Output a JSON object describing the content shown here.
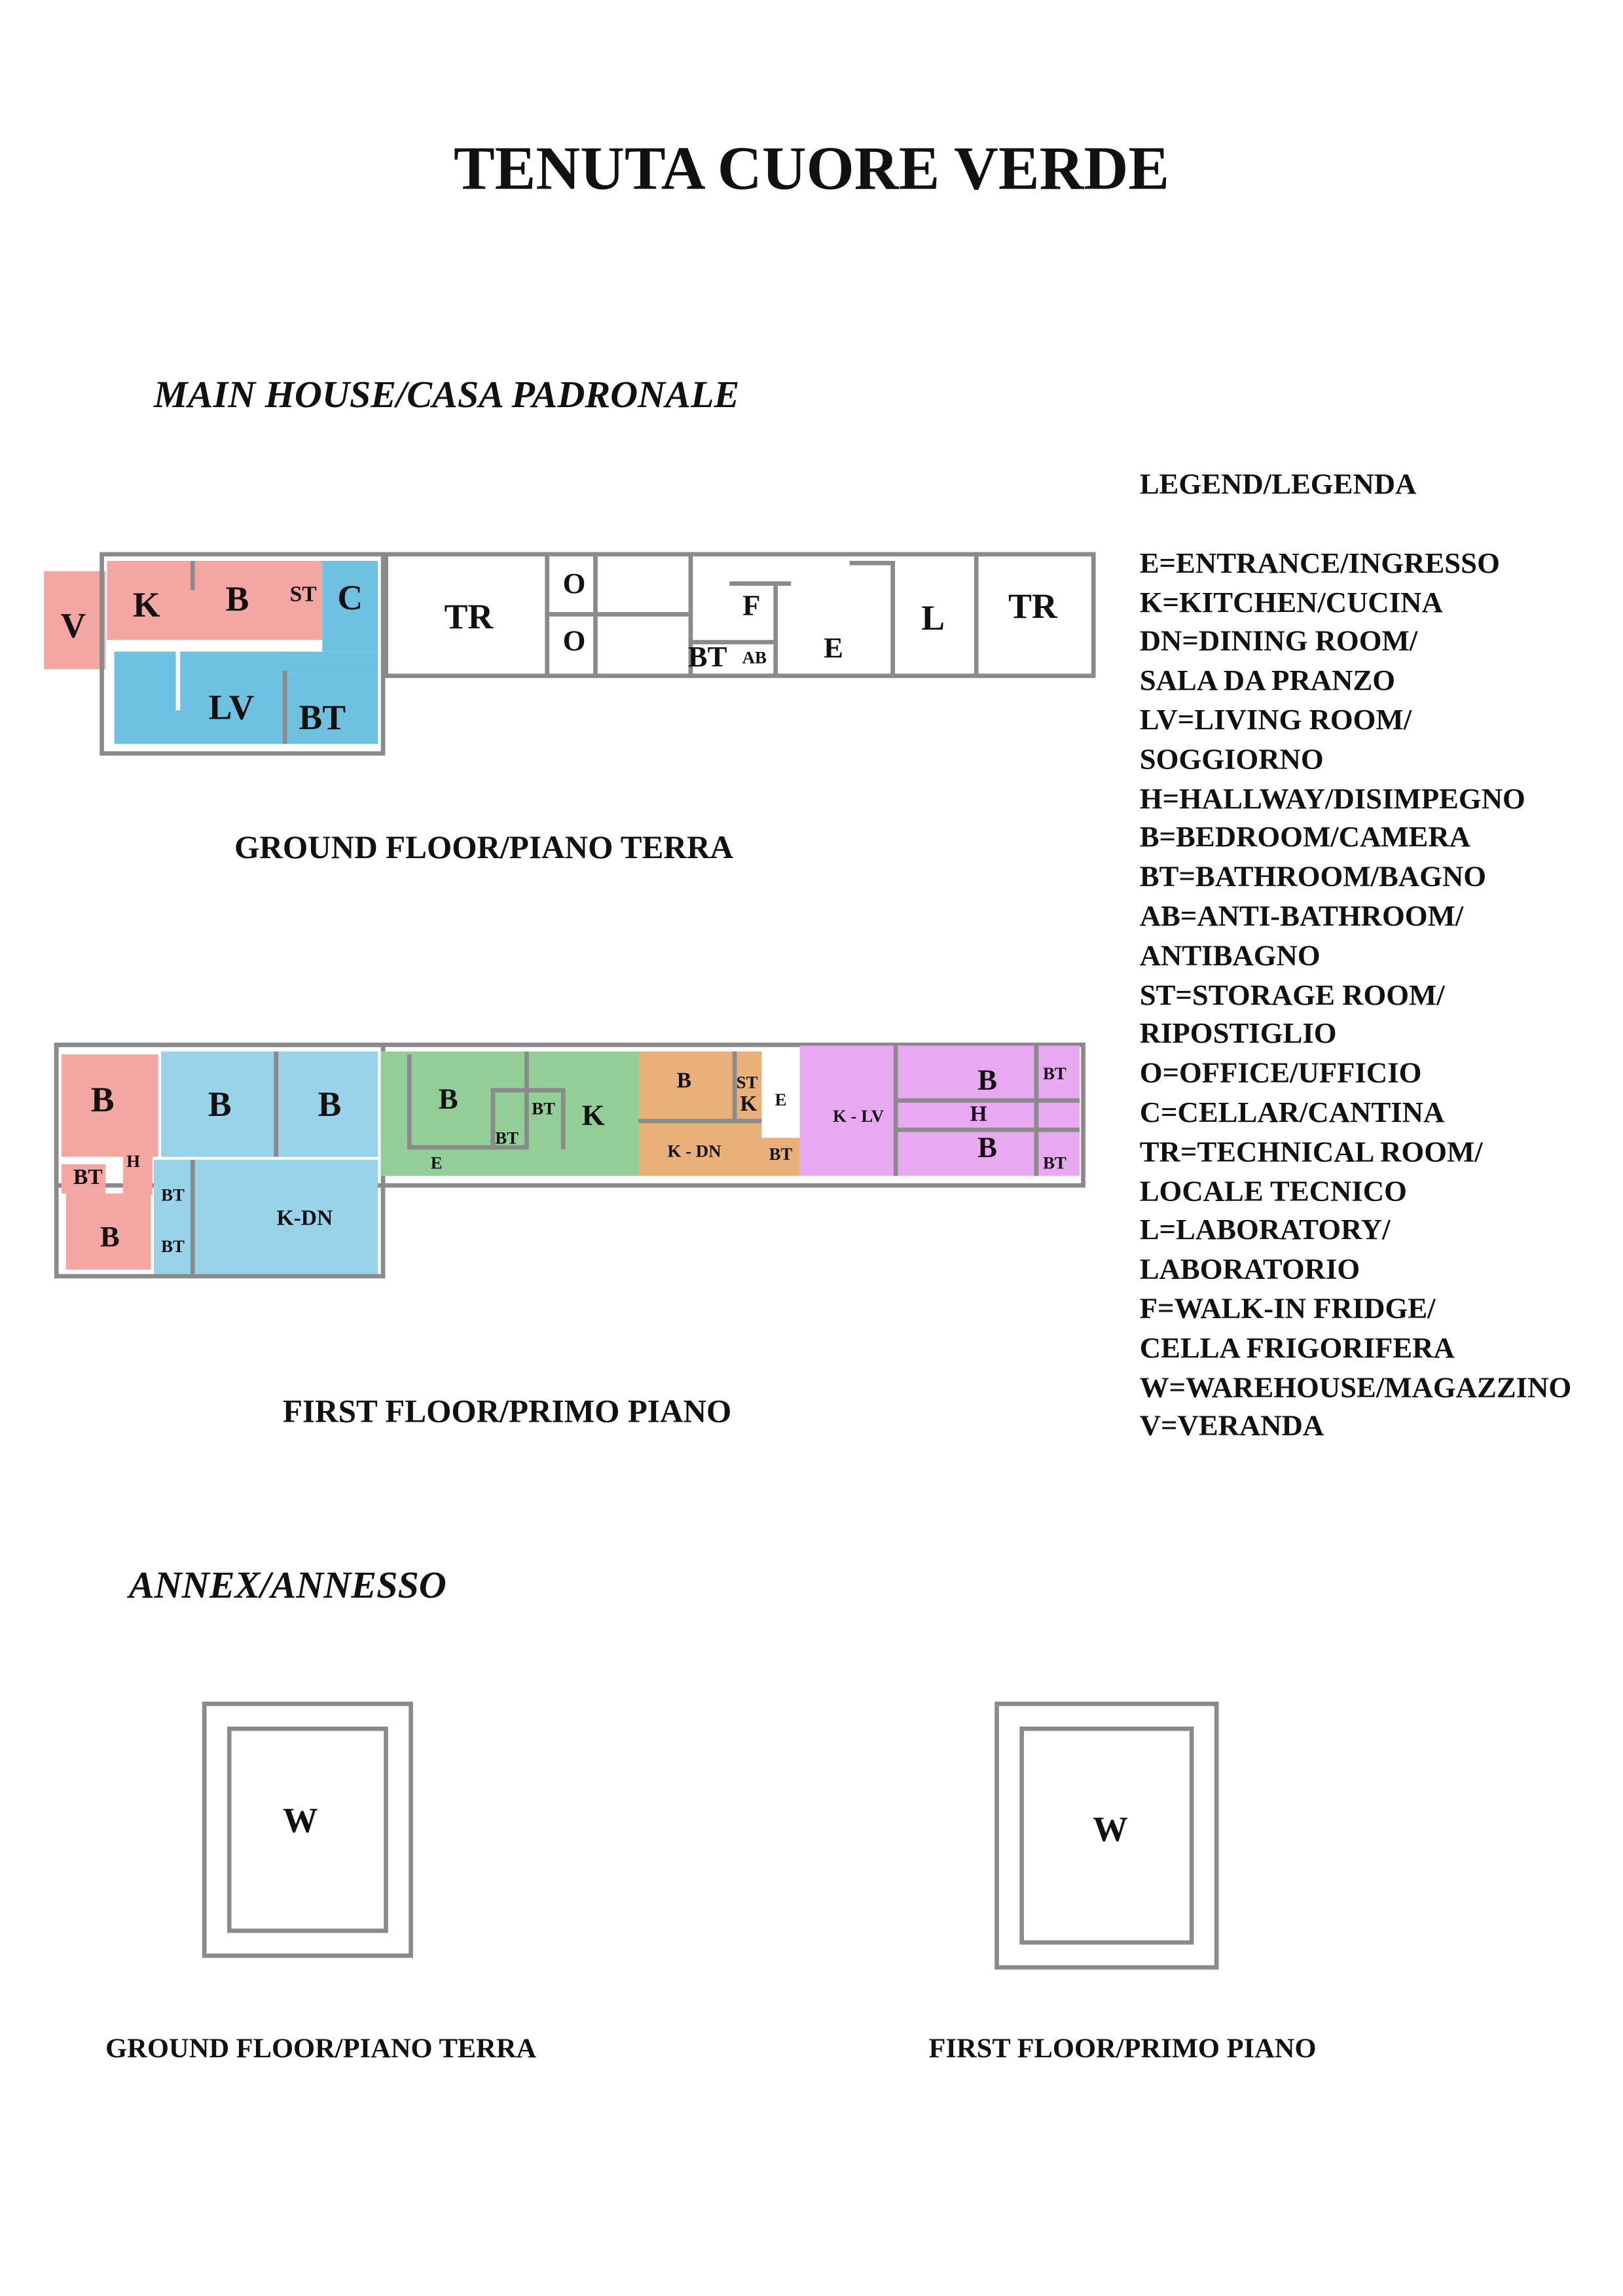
{
  "title": "TENUTA CUORE VERDE",
  "main_house": {
    "heading": "MAIN HOUSE/CASA PADRONALE",
    "ground_floor": {
      "caption": "GROUND FLOOR/PIANO TERRA",
      "rooms": [
        "V",
        "K",
        "B",
        "ST",
        "C",
        "LV",
        "BT",
        "TR",
        "O",
        "O",
        "F",
        "BT",
        "AB",
        "E",
        "L",
        "TR"
      ]
    },
    "first_floor": {
      "caption": "FIRST FLOOR/PRIMO PIANO",
      "rooms": [
        "B",
        "BT",
        "H",
        "B",
        "B",
        "B",
        "K-DN",
        "BT",
        "BT",
        "B",
        "BT",
        "BT",
        "K",
        "E",
        "B",
        "ST",
        "K",
        "K - DN",
        "BT",
        "E",
        "K - LV",
        "B",
        "H",
        "B",
        "BT",
        "BT"
      ]
    }
  },
  "legend": {
    "title": "LEGEND/LEGENDA",
    "lines": [
      "E=ENTRANCE/INGRESSO",
      "K=KITCHEN/CUCINA",
      "DN=DINING ROOM/",
      "SALA DA PRANZO",
      "LV=LIVING ROOM/",
      "SOGGIORNO",
      "H=HALLWAY/DISIMPEGNO",
      "B=BEDROOM/CAMERA",
      "BT=BATHROOM/BAGNO",
      "AB=ANTI-BATHROOM/",
      "ANTIBAGNO",
      "ST=STORAGE ROOM/",
      "RIPOSTIGLIO",
      "O=OFFICE/UFFICIO",
      "C=CELLAR/CANTINA",
      "TR=TECHNICAL ROOM/",
      "LOCALE TECNICO",
      "L=LABORATORY/",
      "LABORATORIO",
      "F=WALK-IN FRIDGE/",
      "CELLA FRIGORIFERA",
      "W=WAREHOUSE/MAGAZZINO",
      "V=VERANDA"
    ]
  },
  "annex": {
    "heading": "ANNEX/ANNESSO",
    "ground_floor": {
      "caption": "GROUND FLOOR/PIANO TERRA",
      "room": "W"
    },
    "first_floor": {
      "caption": "FIRST FLOOR/PRIMO PIANO",
      "room": "W"
    }
  },
  "colors": {
    "pink": "#f4a6a2",
    "blue": "#6fc1e2",
    "light_blue": "#99d3ea",
    "green": "#93cd98",
    "orange": "#e9b07a",
    "violet": "#e8a9f2",
    "wall": "#8a8a8a"
  }
}
